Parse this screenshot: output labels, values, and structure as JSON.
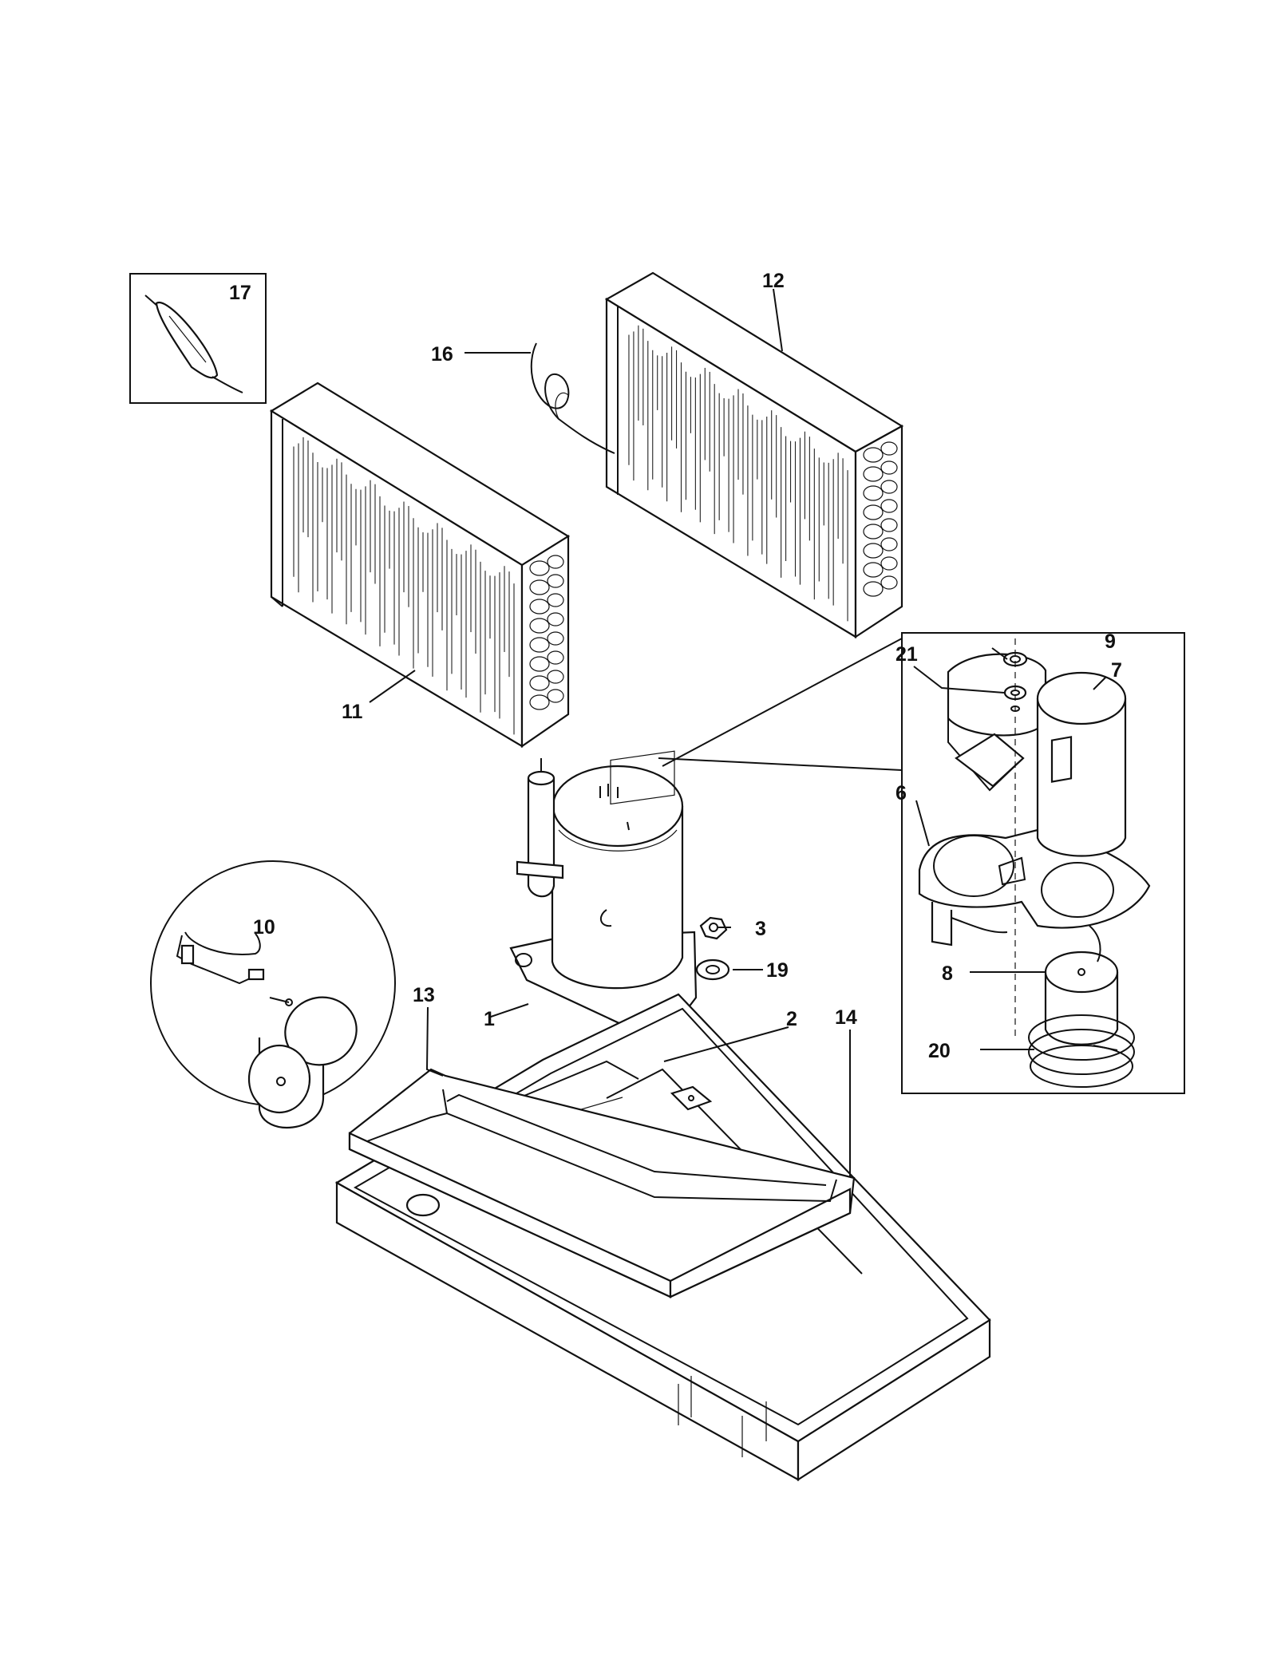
{
  "callouts": {
    "c1": "1",
    "c2": "2",
    "c3": "3",
    "c6": "6",
    "c7": "7",
    "c8": "8",
    "c9": "9",
    "c10": "10",
    "c11": "11",
    "c12": "12",
    "c13": "13",
    "c14": "14",
    "c16": "16",
    "c17": "17",
    "c19": "19",
    "c20": "20",
    "c21": "21"
  }
}
